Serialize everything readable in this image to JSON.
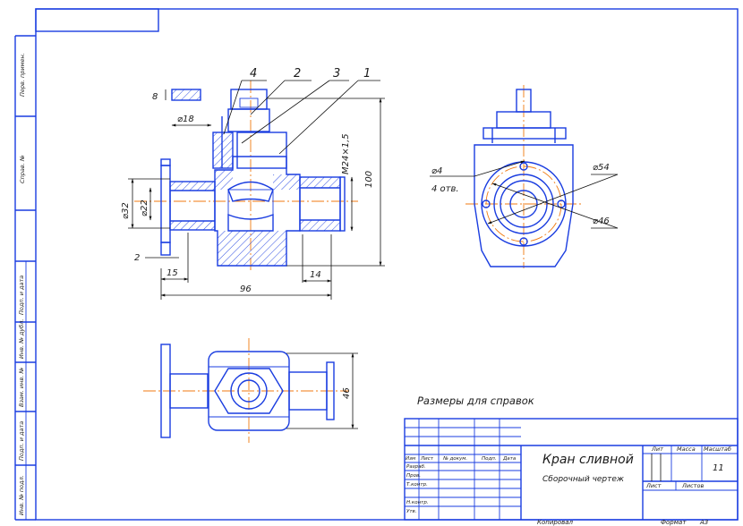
{
  "drawing": {
    "title_ru": "Кран сливной",
    "subtitle": "Сборочный чертеж",
    "note": "Размеры для справок",
    "sheet_number": "11",
    "format_label": "Формат",
    "format_value": "А3",
    "copied_label": "Копировал"
  },
  "stamp": {
    "lit": "Лит",
    "mass": "Масса",
    "scale": "Масштаб",
    "sheet": "Лист",
    "sheets": "Листов",
    "cols": [
      "Изм",
      "Лист",
      "№ докум.",
      "Подп.",
      "Дата"
    ],
    "rows": [
      "Разраб.",
      "Пров.",
      "Т.контр.",
      "Н.контр.",
      "Утв."
    ]
  },
  "side_strip": [
    "Перв. примен.",
    "Справ. №",
    "Подп. и дата",
    "Инв. № дубл.",
    "Взам. инв. №",
    "Подп. и дата",
    "Инв. № подл."
  ],
  "callouts": [
    "4",
    "2",
    "3",
    "1"
  ],
  "dims": {
    "d8": "8",
    "d18": "⌀18",
    "d32": "⌀32",
    "d22": "⌀22",
    "thread": "M24×1,5",
    "h100": "100",
    "d2": "2",
    "d15": "15",
    "d14": "14",
    "d96": "96",
    "d4": "⌀4",
    "holes": "4 отв.",
    "d54": "⌀54",
    "d46c": "⌀46",
    "d46": "46"
  }
}
